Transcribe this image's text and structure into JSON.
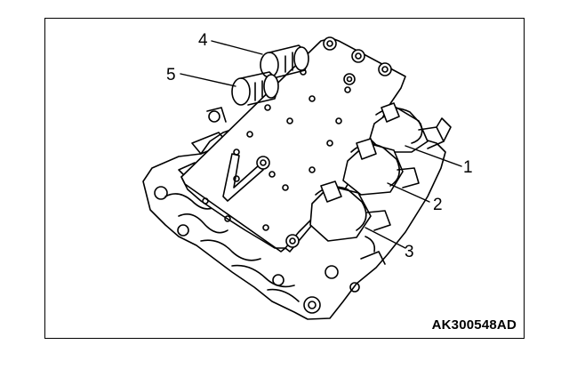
{
  "callouts": {
    "c1": "1",
    "c2": "2",
    "c3": "3",
    "c4": "4",
    "c5": "5"
  },
  "figure_code": "AK300548AD"
}
